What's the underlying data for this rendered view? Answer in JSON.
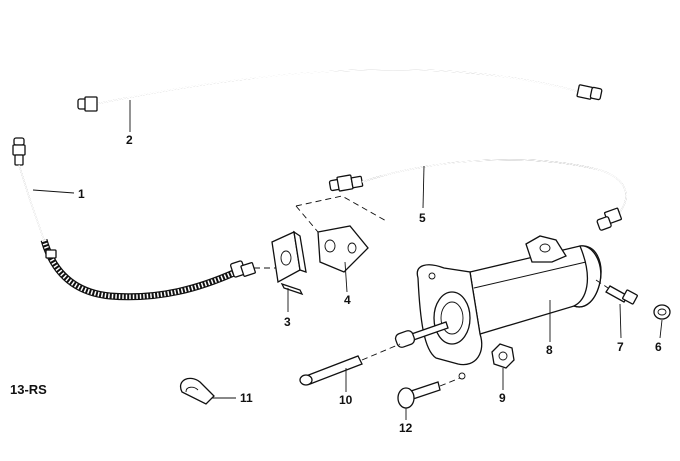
{
  "diagram": {
    "code_label": "13-RS",
    "callouts": [
      {
        "id": "p1",
        "text": "1"
      },
      {
        "id": "p2",
        "text": "2"
      },
      {
        "id": "p3",
        "text": "3"
      },
      {
        "id": "p4",
        "text": "4"
      },
      {
        "id": "p5",
        "text": "5"
      },
      {
        "id": "p6",
        "text": "6"
      },
      {
        "id": "p7",
        "text": "7"
      },
      {
        "id": "p8",
        "text": "8"
      },
      {
        "id": "p9",
        "text": "9"
      },
      {
        "id": "p10",
        "text": "10"
      },
      {
        "id": "p11",
        "text": "11"
      },
      {
        "id": "p12",
        "text": "12"
      }
    ]
  }
}
